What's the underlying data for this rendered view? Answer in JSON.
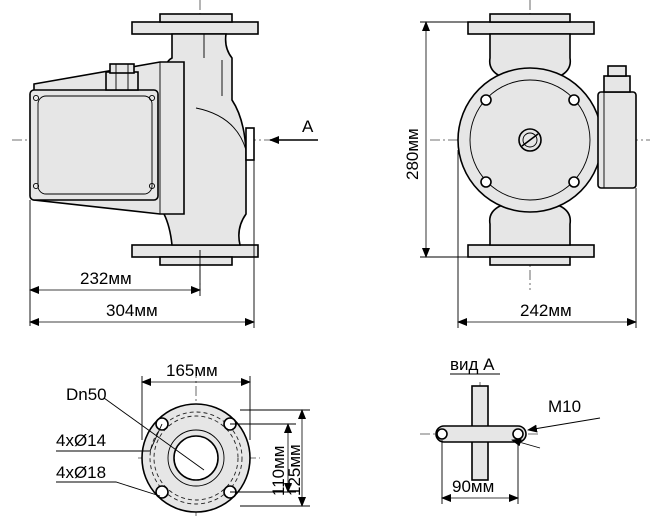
{
  "labels": {
    "arrow_a": "A",
    "dim_232": "232мм",
    "dim_304": "304мм",
    "dim_280": "280мм",
    "dim_242": "242мм",
    "dim_165": "165мм",
    "dim_110": "110мм",
    "dim_125": "125мм",
    "dn50": "Dn50",
    "holes_14": "4xØ14",
    "holes_18": "4xØ18",
    "view_a": "вид А",
    "m10": "M10",
    "dim_90": "90мм"
  }
}
